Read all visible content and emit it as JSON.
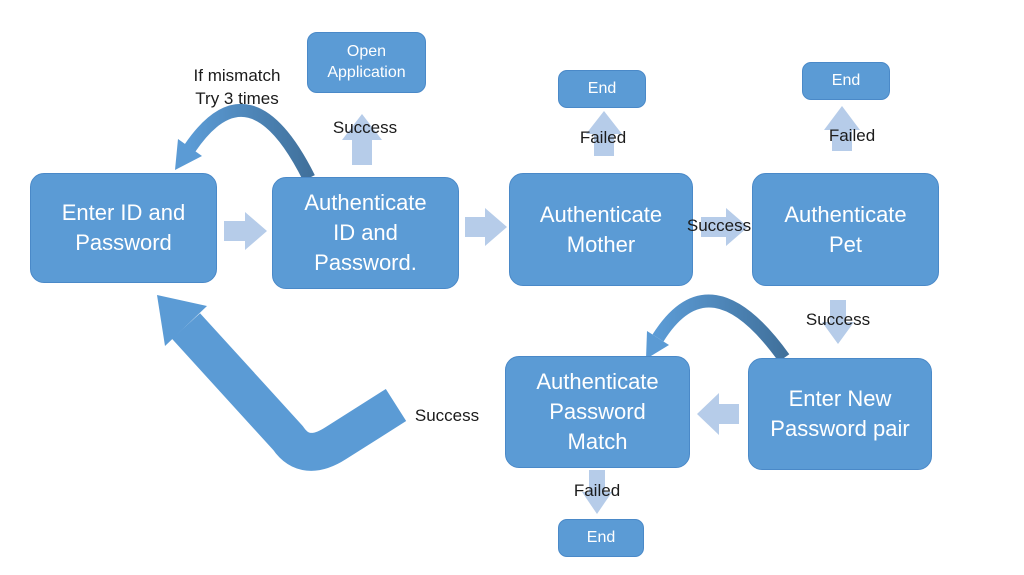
{
  "diagram": {
    "nodes": [
      {
        "id": "enter-id-password",
        "label": "Enter ID and\nPassword"
      },
      {
        "id": "authenticate-id-password",
        "label": "Authenticate\nID and\nPassword."
      },
      {
        "id": "open-application",
        "label": "Open\nApplication"
      },
      {
        "id": "authenticate-mother",
        "label": "Authenticate\nMother"
      },
      {
        "id": "end-after-mother",
        "label": "End"
      },
      {
        "id": "authenticate-pet",
        "label": "Authenticate\nPet"
      },
      {
        "id": "end-after-pet",
        "label": "End"
      },
      {
        "id": "authenticate-password-match",
        "label": "Authenticate\nPassword\nMatch"
      },
      {
        "id": "enter-new-password-pair",
        "label": "Enter New\nPassword pair"
      },
      {
        "id": "end-after-match",
        "label": "End"
      }
    ],
    "labels": [
      {
        "id": "if-mismatch",
        "text": "If mismatch\nTry 3 times"
      },
      {
        "id": "success-to-open-application",
        "text": "Success"
      },
      {
        "id": "failed-mother",
        "text": "Failed"
      },
      {
        "id": "success-mother-to-pet",
        "text": "Success"
      },
      {
        "id": "failed-pet",
        "text": "Failed"
      },
      {
        "id": "success-pet-to-new-password",
        "text": "Success"
      },
      {
        "id": "success-match-to-enter-id",
        "text": "Success"
      },
      {
        "id": "failed-match",
        "text": "Failed"
      }
    ],
    "edges": [
      {
        "from": "enter-id-password",
        "to": "authenticate-id-password",
        "label": "",
        "style": "block-arrow"
      },
      {
        "from": "authenticate-id-password",
        "to": "open-application",
        "label": "Success",
        "style": "block-arrow"
      },
      {
        "from": "authenticate-id-password",
        "to": "enter-id-password",
        "label": "If mismatch Try 3 times",
        "style": "curved-arrow"
      },
      {
        "from": "authenticate-id-password",
        "to": "authenticate-mother",
        "label": "",
        "style": "block-arrow"
      },
      {
        "from": "authenticate-mother",
        "to": "end-after-mother",
        "label": "Failed",
        "style": "block-arrow"
      },
      {
        "from": "authenticate-mother",
        "to": "authenticate-pet",
        "label": "Success",
        "style": "block-arrow"
      },
      {
        "from": "authenticate-pet",
        "to": "end-after-pet",
        "label": "Failed",
        "style": "block-arrow"
      },
      {
        "from": "authenticate-pet",
        "to": "enter-new-password-pair",
        "label": "Success",
        "style": "block-arrow"
      },
      {
        "from": "enter-new-password-pair",
        "to": "authenticate-password-match",
        "label": "",
        "style": "block-arrow"
      },
      {
        "from": "enter-new-password-pair",
        "to": "authenticate-password-match",
        "label": "",
        "style": "curved-arrow"
      },
      {
        "from": "authenticate-password-match",
        "to": "end-after-match",
        "label": "Failed",
        "style": "block-arrow"
      },
      {
        "from": "authenticate-password-match",
        "to": "enter-id-password",
        "label": "Success",
        "style": "elbow-arrow"
      }
    ],
    "colors": {
      "node_fill": "#5b9bd5",
      "node_border": "#4a89c8",
      "node_text": "#ffffff",
      "block_arrow": "#b6cce9",
      "curved_arrow_dark": "#41719c",
      "curved_arrow_light": "#5b9bd5",
      "label_text": "#1b1b1b",
      "background": "#ffffff"
    }
  }
}
